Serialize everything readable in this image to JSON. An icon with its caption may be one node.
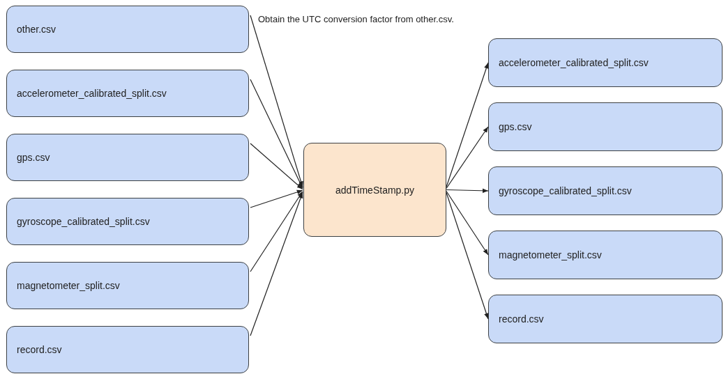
{
  "diagram": {
    "nodes": [
      {
        "text": [
          "other.csv"
        ]
      },
      {
        "text": [
          "accelerometer_calibrated_split.csv"
        ]
      },
      {
        "text": [
          "gps.csv"
        ]
      },
      {
        "text": [
          "gyroscope_calibrated_split.csv"
        ]
      },
      {
        "text": [
          "magnetometer_split.csv"
        ]
      },
      {
        "text": [
          "record.csv"
        ]
      },
      {
        "text": [
          "addTimeStamp.py"
        ]
      },
      {
        "text": [
          "accelerometer_calibrated_split.csv"
        ]
      },
      {
        "text": [
          "gps.csv"
        ]
      },
      {
        "text": [
          "gyroscope_calibrated_split.csv"
        ]
      },
      {
        "text": [
          "magnetometer_split.csv"
        ]
      },
      {
        "text": [
          "record.csv"
        ]
      }
    ],
    "edges": [
      {
        "from": 0,
        "to": 6,
        "arrow": "to"
      },
      {
        "from": 1,
        "to": 6,
        "arrow": "to"
      },
      {
        "from": 2,
        "to": 6,
        "arrow": "to"
      },
      {
        "from": 3,
        "to": 6,
        "arrow": "to"
      },
      {
        "from": 4,
        "to": 6,
        "arrow": "to"
      },
      {
        "from": 5,
        "to": 6,
        "arrow": "to"
      },
      {
        "from": 6,
        "to": 7,
        "arrow": "to"
      },
      {
        "from": 6,
        "to": 8,
        "arrow": "to"
      },
      {
        "from": 6,
        "to": 9,
        "arrow": "to"
      },
      {
        "from": 6,
        "to": 10,
        "arrow": "to"
      },
      {
        "from": 6,
        "to": 11,
        "arrow": "to"
      }
    ],
    "labels": [
      "Obtain the UTC conversion factor from other.csv."
    ]
  }
}
